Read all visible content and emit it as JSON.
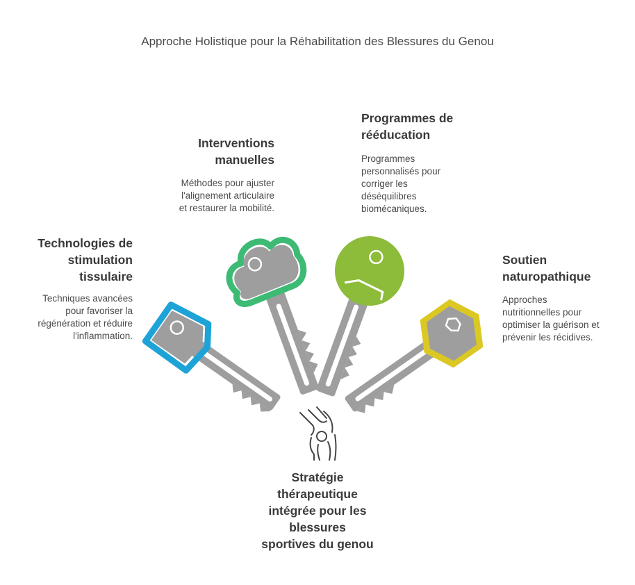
{
  "title": "Approche Holistique pour la Réhabilitation des Blessures du Genou",
  "colors": {
    "key_grey": "#9e9e9e",
    "blue": "#1ea3d7",
    "green": "#3dba74",
    "lime": "#8dbb3a",
    "yellow": "#dcc823",
    "knee_line": "#444444"
  },
  "items": [
    {
      "heading": "Technologies de\nstimulation\ntissulaire",
      "description": "Techniques avancées\npour favoriser la\nrégénération et réduire\nl'inflammation.",
      "color": "blue"
    },
    {
      "heading": "Interventions\nmanuelles",
      "description": "Méthodes pour ajuster\nl'alignement articulaire\net restaurer la mobilité.",
      "color": "green"
    },
    {
      "heading": "Programmes de\nrééducation",
      "description": "Programmes\npersonnalisés pour\ncorriger les\ndéséquilibres\nbiomécaniques.",
      "color": "lime"
    },
    {
      "heading": "Soutien\nnaturopathique",
      "description": "Approches\nnutritionnelles pour\noptimiser la guérison et\nprévenir les récidives.",
      "color": "yellow"
    }
  ],
  "center": {
    "label": "Stratégie\nthérapeutique\nintégrée pour les\nblessures\nsportives du genou",
    "icon": "knee-joint-icon"
  }
}
